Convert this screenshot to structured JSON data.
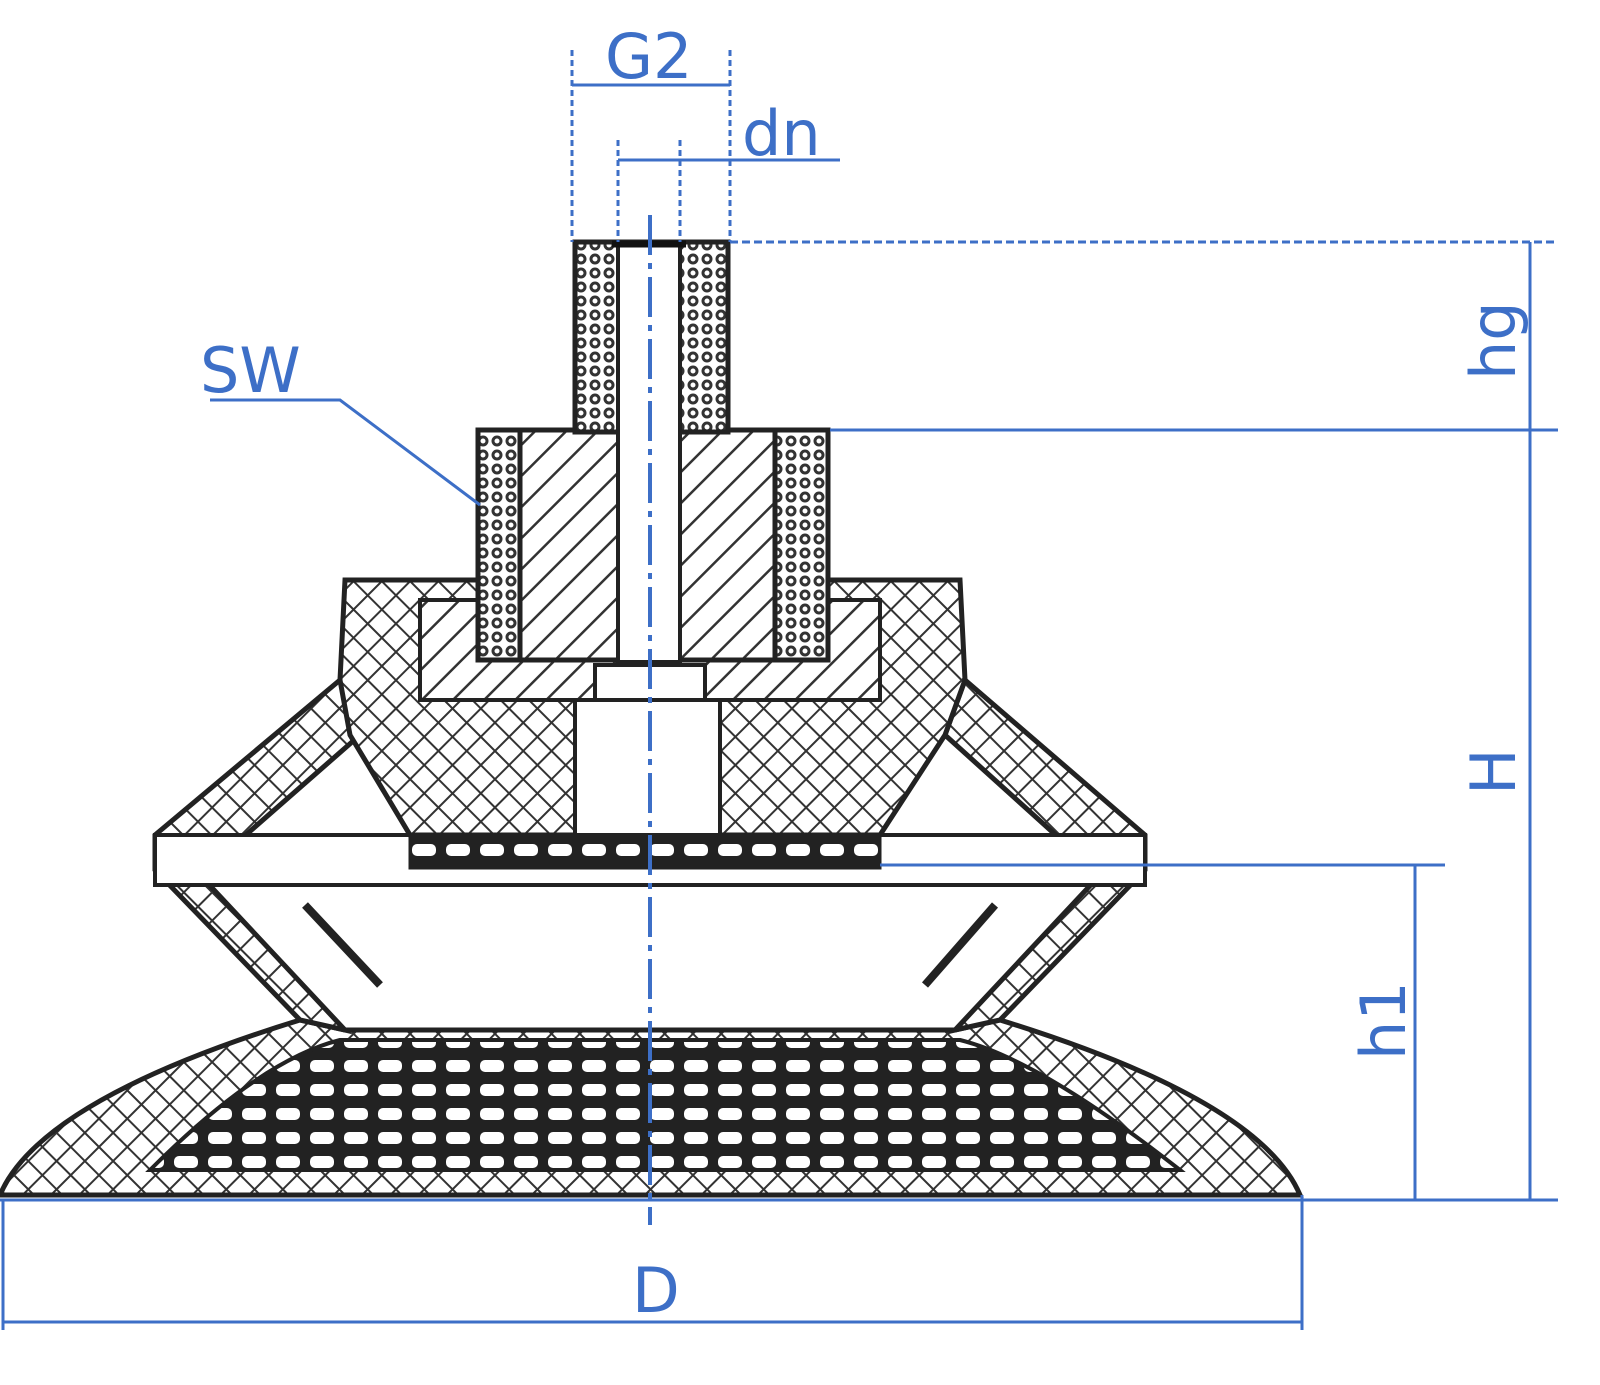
{
  "drawing": {
    "labels": {
      "g2": "G2",
      "dn": "dn",
      "sw": "SW",
      "hg": "hg",
      "h_total": "H",
      "h1": "h1",
      "d": "D"
    },
    "colors": {
      "dimension": "#3d6fc7",
      "outline": "#222222",
      "background": "#ffffff"
    }
  }
}
